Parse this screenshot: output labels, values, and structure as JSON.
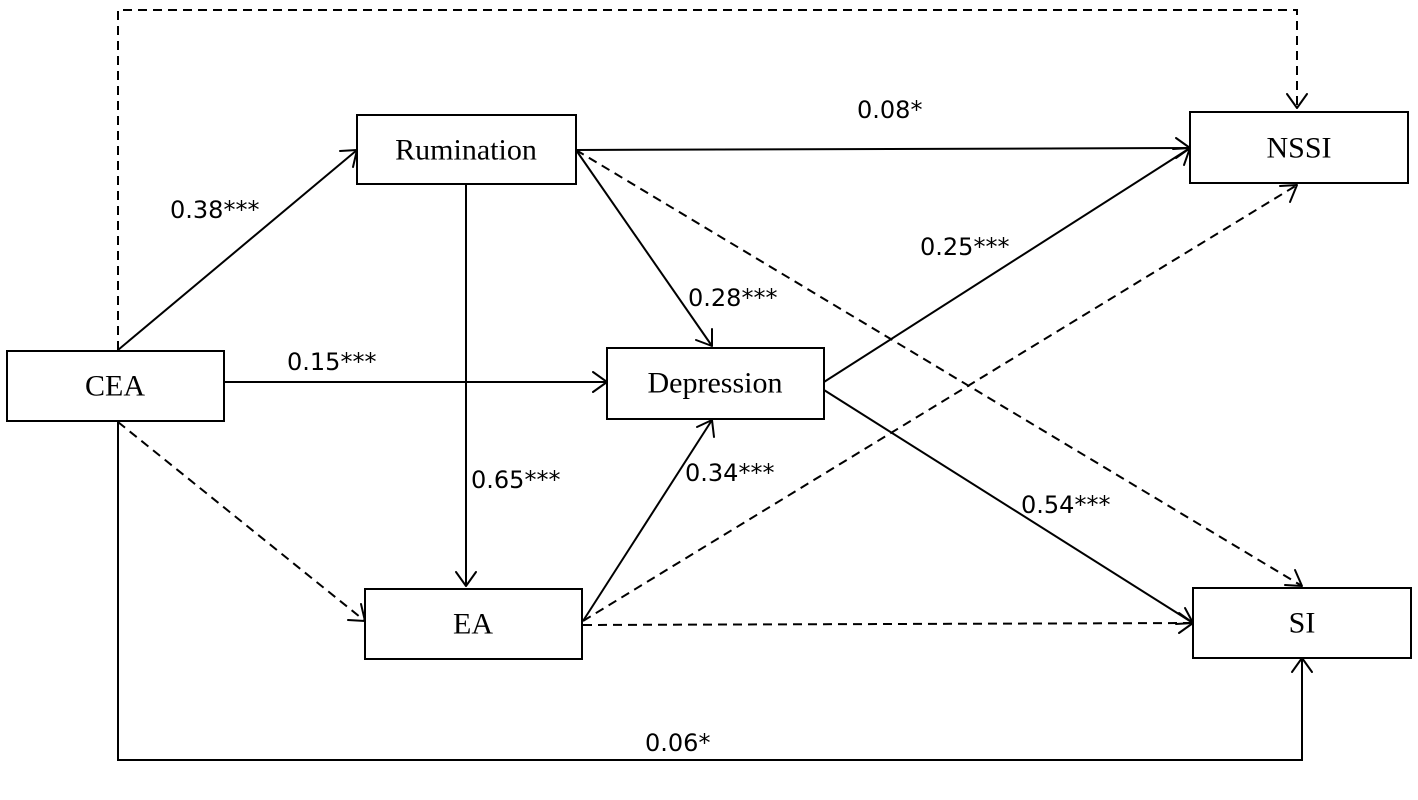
{
  "nodes": {
    "cea": "CEA",
    "rumination": "Rumination",
    "depression": "Depression",
    "ea": "EA",
    "nssi": "NSSI",
    "si": "SI"
  },
  "coefficients": {
    "cea_rumination": "0.38***",
    "cea_depression": "0.15***",
    "rumination_depression": "0.28***",
    "rumination_ea": "0.65***",
    "ea_depression": "0.34***",
    "rumination_nssi": "0.08*",
    "depression_nssi": "0.25***",
    "depression_si": "0.54***",
    "cea_si": "0.06*"
  }
}
